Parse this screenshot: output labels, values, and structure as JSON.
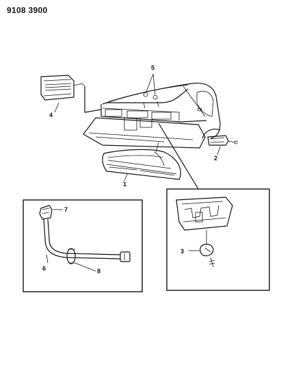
{
  "header": {
    "code": "9108 3900"
  },
  "callouts": {
    "c1": "1",
    "c2": "2",
    "c3": "3",
    "c4": "4",
    "c5": "5",
    "c6": "6",
    "c7": "7",
    "c8": "8"
  },
  "colors": {
    "ink": "#111111",
    "paper": "#ffffff"
  }
}
